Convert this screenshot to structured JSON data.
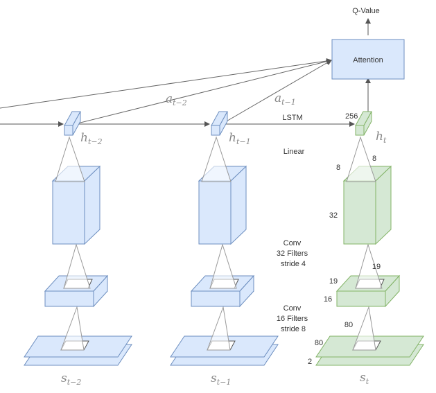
{
  "colors": {
    "blue_fill": "#dae8fc",
    "blue_stroke": "#6c8ebf",
    "green_fill": "#d5e8d4",
    "green_stroke": "#82b366",
    "line": "#555555"
  },
  "output": {
    "q_value": "Q-Value",
    "attention": "Attention"
  },
  "hidden": {
    "h_t2": {
      "base": "h",
      "sub": "t−2"
    },
    "h_t1": {
      "base": "h",
      "sub": "t−1"
    },
    "h_t": {
      "base": "h",
      "sub": "t"
    }
  },
  "actions": {
    "a_t2": {
      "base": "a",
      "sub": "t−2"
    },
    "a_t1": {
      "base": "a",
      "sub": "t−1"
    }
  },
  "states": {
    "s_t2": {
      "base": "s",
      "sub": "t−2"
    },
    "s_t1": {
      "base": "s",
      "sub": "t−1"
    },
    "s_t": {
      "base": "s",
      "sub": "t"
    }
  },
  "layers": {
    "lstm": "LSTM",
    "lstm_size": "256",
    "linear": "Linear",
    "conv2": [
      "Conv",
      "32 Filters",
      "stride 4"
    ],
    "conv1": [
      "Conv",
      "16 Filters",
      "stride 8"
    ]
  },
  "dims": {
    "linear_w": "8",
    "linear_h": "8",
    "linear_d": "32",
    "conv_19a": "19",
    "conv_19b": "19",
    "conv_16": "16",
    "input_80a": "80",
    "input_80b": "80",
    "input_2": "2"
  }
}
